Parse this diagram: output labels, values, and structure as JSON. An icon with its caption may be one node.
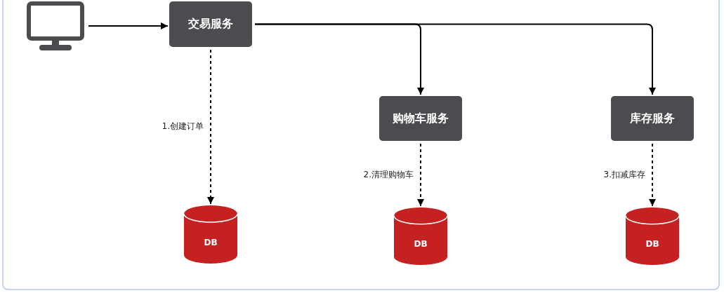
{
  "diagram": {
    "nodes": [
      {
        "text": [],
        "shape": "monitor"
      },
      {
        "text": [
          "交易服务"
        ]
      },
      {
        "text": [
          "购物车服务"
        ]
      },
      {
        "text": [
          "库存服务"
        ]
      },
      {
        "text": [
          "DB"
        ]
      },
      {
        "text": [
          "DB"
        ]
      },
      {
        "text": [
          "DB"
        ]
      }
    ],
    "edges": [
      {
        "from": 0,
        "to": 1,
        "arrow": "to"
      },
      {
        "from": 1,
        "to": 2,
        "arrow": "to"
      },
      {
        "from": 1,
        "to": 3,
        "arrow": "to"
      },
      {
        "from": 1,
        "to": 4,
        "arrow": "to",
        "style": "dashed",
        "label": "1.创建订单"
      },
      {
        "from": 2,
        "to": 5,
        "arrow": "to",
        "style": "dashed",
        "label": "2.清理购物车"
      },
      {
        "from": 3,
        "to": 6,
        "arrow": "to",
        "style": "dashed",
        "label": "3.扣减库存"
      }
    ]
  }
}
